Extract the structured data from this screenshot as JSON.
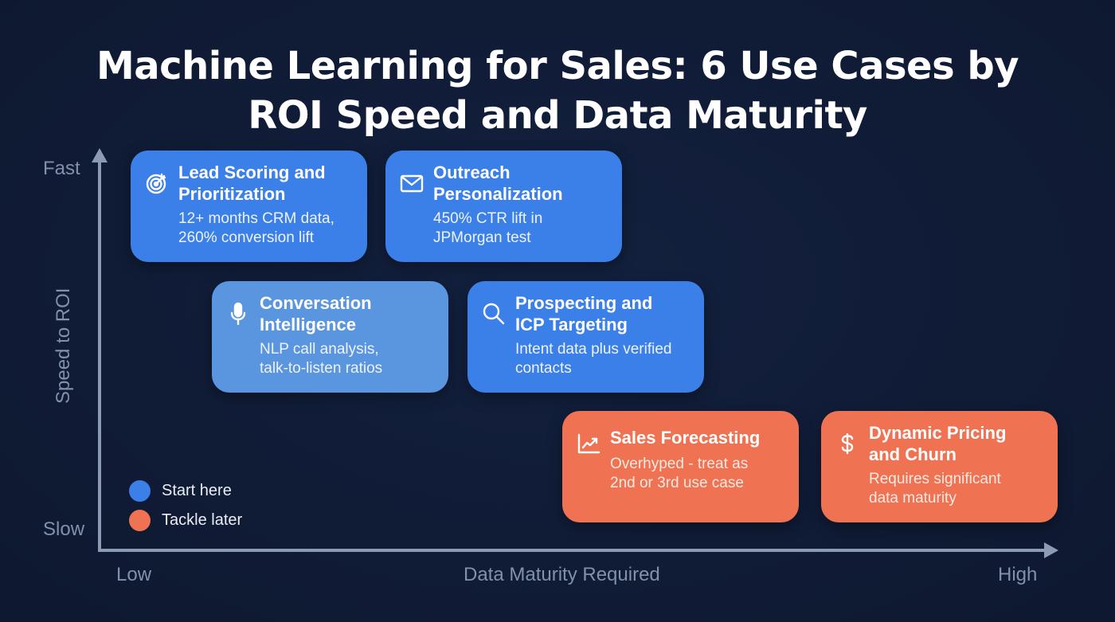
{
  "title": {
    "line1": "Machine Learning for Sales: 6 Use Cases by",
    "line2": "ROI Speed and Data Maturity"
  },
  "axes": {
    "y": {
      "label": "Speed to ROI",
      "top": "Fast",
      "bottom": "Slow"
    },
    "x": {
      "label": "Data Maturity Required",
      "left": "Low",
      "right": "High"
    }
  },
  "cards": [
    {
      "id": "lead-scoring",
      "icon": "target-icon",
      "title_line1": "Lead Scoring and",
      "title_line2": "Prioritization",
      "desc_line1": "12+ months CRM data,",
      "desc_line2": "260% conversion lift",
      "category": "Start here"
    },
    {
      "id": "outreach",
      "icon": "mail-icon",
      "title_line1": "Outreach",
      "title_line2": "Personalization",
      "desc_line1": "450% CTR lift in",
      "desc_line2": "JPMorgan test",
      "category": "Start here"
    },
    {
      "id": "conversation",
      "icon": "microphone-icon",
      "title_line1": "Conversation",
      "title_line2": "Intelligence",
      "desc_line1": "NLP call analysis,",
      "desc_line2": "talk-to-listen ratios",
      "category": "Start here"
    },
    {
      "id": "prospecting",
      "icon": "search-icon",
      "title_line1": "Prospecting and",
      "title_line2": "ICP Targeting",
      "desc_line1": "Intent data plus verified",
      "desc_line2": "contacts",
      "category": "Start here"
    },
    {
      "id": "forecasting",
      "icon": "trend-chart-icon",
      "title_line1": "Sales Forecasting",
      "title_line2": "",
      "desc_line1": "Overhyped - treat as",
      "desc_line2": "2nd or 3rd use case",
      "category": "Tackle later"
    },
    {
      "id": "pricing",
      "icon": "dollar-icon",
      "title_line1": "Dynamic Pricing",
      "title_line2": "and Churn",
      "desc_line1": "Requires significant",
      "desc_line2": "data maturity",
      "category": "Tackle later"
    }
  ],
  "legend": [
    {
      "label": "Start here",
      "color": "#3b7fe9"
    },
    {
      "label": "Tackle later",
      "color": "#ef7252"
    }
  ],
  "colors": {
    "background": "#111d38",
    "start_here": "#3b7fe9",
    "start_here_light": "#5a95e0",
    "tackle_later": "#ef7252",
    "axis": "#8d9ab3"
  }
}
